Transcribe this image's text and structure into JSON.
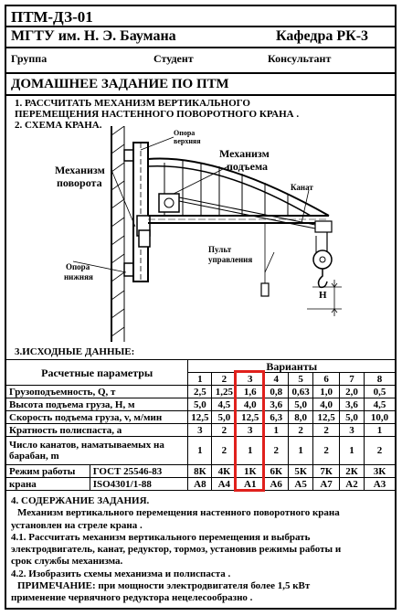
{
  "header": {
    "code": "ПТМ-ДЗ-01",
    "institution": "МГТУ им. Н. Э. Баумана",
    "department": "Кафедра РК-3",
    "group_label": "Группа",
    "student_label": "Студент",
    "consultant_label": "Консультант"
  },
  "title": "ДОМАШНЕЕ ЗАДАНИЕ ПО ПТМ",
  "tasks": {
    "item1_line1": "1. РАССЧИТАТЬ МЕХАНИЗМ ВЕРТИКАЛЬНОГО",
    "item1_line2": "ПЕРЕМЕЩЕНИЯ НАСТЕННОГО   ПОВОРОТНОГО КРАНА .",
    "item2": "2. СХЕМА КРАНА."
  },
  "scheme_labels": {
    "upper_support_1": "Опора",
    "upper_support_2": "верхняя",
    "lift_mech_1": "Механизм",
    "lift_mech_2": "подъема",
    "rotation_mech_1": "Механизм",
    "rotation_mech_2": "поворота",
    "rope": "Канат",
    "control_1": "Пульт",
    "control_2": "управления",
    "lower_support_1": "Опора",
    "lower_support_2": "нижняя",
    "height_symbol": "H"
  },
  "input_title": "3.ИСХОДНЫЕ ДАННЫЕ:",
  "table": {
    "params_header": "Расчетные параметры",
    "variants_header": "Варианты",
    "variant_numbers": [
      "1",
      "2",
      "3",
      "4",
      "5",
      "6",
      "7",
      "8"
    ],
    "rows": [
      {
        "label": "Грузоподъемность, Q, т",
        "values": [
          "2,5",
          "1,25",
          "1,6",
          "0,8",
          "0,63",
          "1,0",
          "2,0",
          "0,5"
        ]
      },
      {
        "label": "Высота подъема груза, Н, м",
        "values": [
          "5,0",
          "4,5",
          "4,0",
          "3,6",
          "5,0",
          "4,0",
          "3,6",
          "4,5"
        ]
      },
      {
        "label": "Скорость подъема груза, v, м/мин",
        "values": [
          "12,5",
          "5,0",
          "12,5",
          "6,3",
          "8,0",
          "12,5",
          "5,0",
          "10,0"
        ]
      },
      {
        "label": "Кратность полиспаста, а",
        "values": [
          "3",
          "2",
          "3",
          "1",
          "2",
          "2",
          "3",
          "1"
        ]
      },
      {
        "label_line1": "Число канатов, наматываемых на",
        "label_line2": "барабан, m",
        "values": [
          "1",
          "2",
          "1",
          "2",
          "1",
          "2",
          "1",
          "2"
        ]
      }
    ],
    "mode_label_1": "Режим работы",
    "mode_label_2": "крана",
    "std1": "ГОСТ 25546-83",
    "std2": "ISO4301/1-88",
    "std1_values": [
      "8К",
      "4К",
      "1К",
      "6К",
      "5К",
      "7К",
      "2К",
      "3К"
    ],
    "std2_values": [
      "А8",
      "А4",
      "А1",
      "А6",
      "А5",
      "А7",
      "А2",
      "А3"
    ]
  },
  "highlight_color": "#e0201c",
  "content": {
    "heading": "4. СОДЕРЖАНИЕ ЗАДАНИЯ.",
    "p1_line1": "Механизм вертикального перемещения  настенного поворотного крана",
    "p1_line2": "установлен на стреле крана .",
    "p2_line1": "4.1. Рассчитать механизм вертикального перемещения и выбрать",
    "p2_line2": "электродвигатель, канат, редуктор, тормоз, установив режимы работы и",
    "p2_line3": "срок службы механизма.",
    "p3": "4.2. Изобразить схемы механизма и полиспаста .",
    "note_line1": "ПРИМЕЧАНИЕ:  при мощности электродвигателя более 1,5 кВт",
    "note_line2": "применение червячного редуктора нецелесообразно ."
  }
}
